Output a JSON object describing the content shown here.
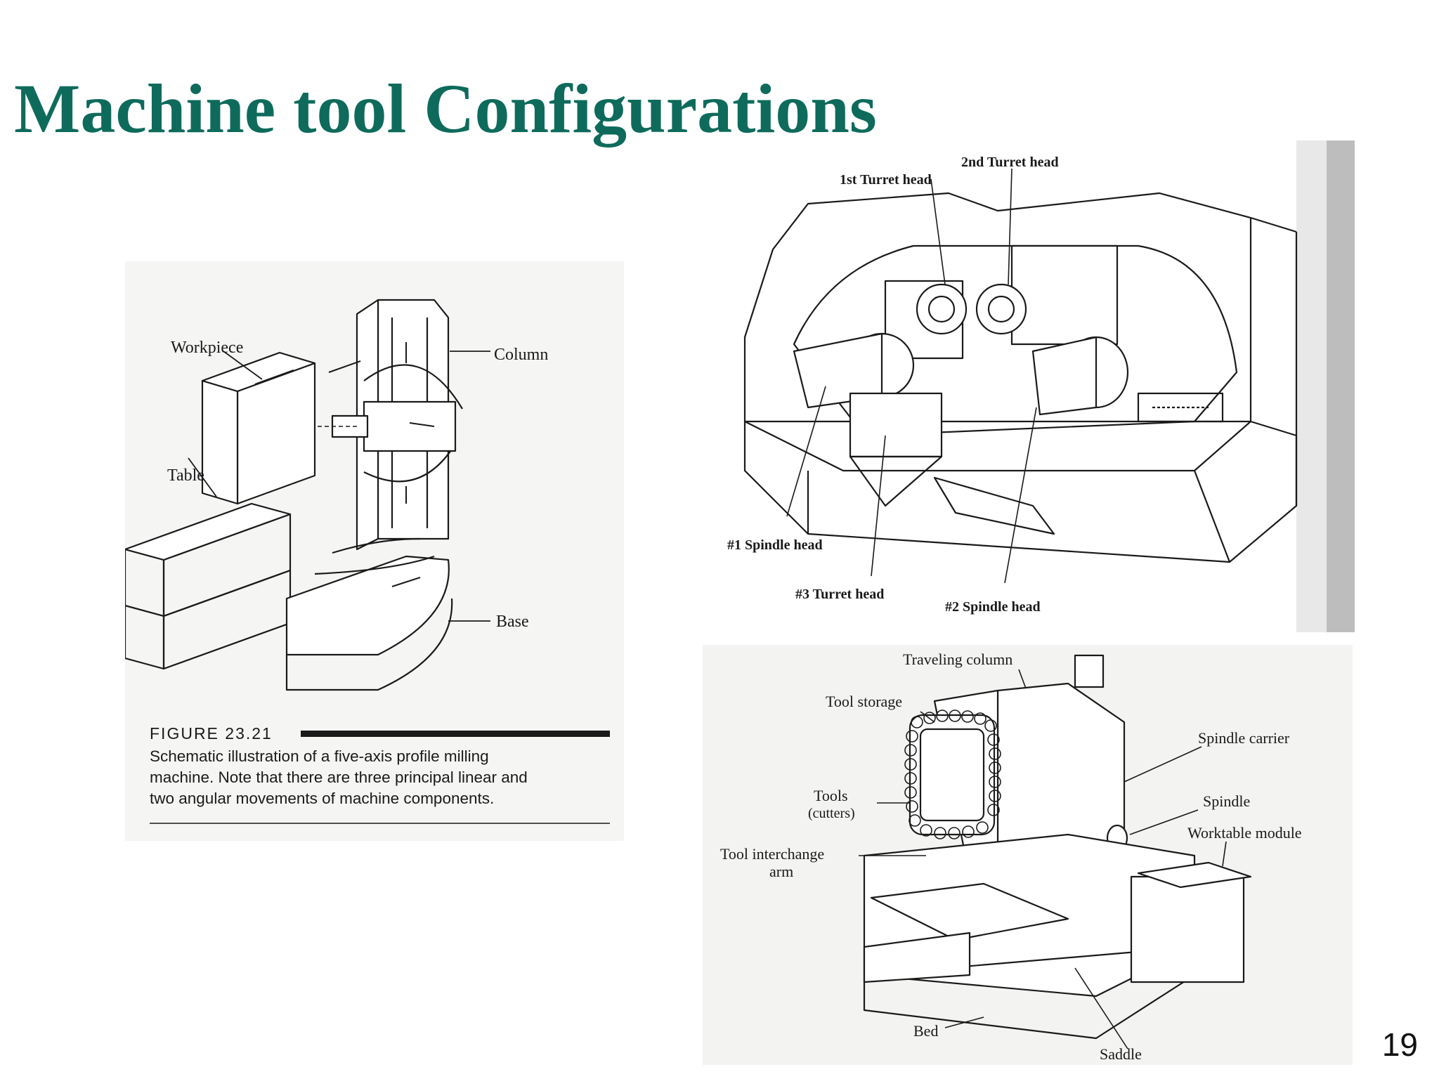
{
  "slide": {
    "title": "Machine tool Configurations",
    "page_number": "19"
  },
  "figure_five_axis": {
    "labels": {
      "workpiece": "Workpiece",
      "column": "Column",
      "table": "Table",
      "base": "Base"
    },
    "caption_title": "FIGURE 23.21",
    "caption_lines": [
      "Schematic illustration of a five-axis profile milling",
      "machine. Note that there are three principal linear and",
      "two angular movements of machine components."
    ]
  },
  "figure_turret_lathe": {
    "labels": {
      "turret_2": "2nd Turret head",
      "turret_1": "1st Turret head",
      "spindle_1": "#1 Spindle head",
      "turret_3": "#3 Turret head",
      "spindle_2": "#2 Spindle head"
    }
  },
  "figure_machining_center": {
    "labels": {
      "traveling_column": "Traveling column",
      "tool_storage": "Tool storage",
      "spindle_carrier": "Spindle carrier",
      "tools": "Tools",
      "cutters": "(cutters)",
      "spindle": "Spindle",
      "worktable_module": "Worktable module",
      "tool_interchange": "Tool interchange",
      "arm": "arm",
      "bed": "Bed",
      "saddle": "Saddle"
    }
  }
}
